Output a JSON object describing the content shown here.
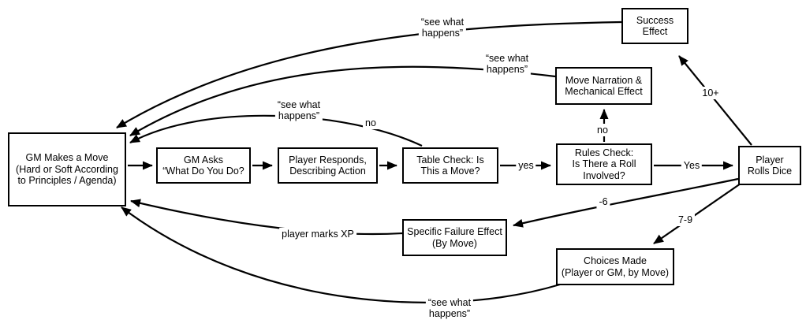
{
  "diagram": {
    "title": "GM move / player move flowchart",
    "colors": {
      "background": "#ffffff",
      "line": "#000000",
      "text": "#000000"
    },
    "boxes": {
      "gm_move": {
        "lines": [
          "GM Makes a Move",
          "(Hard or Soft According",
          "to Principles / Agenda)"
        ]
      },
      "gm_asks": {
        "lines": [
          "GM Asks",
          "“What Do You Do?"
        ]
      },
      "player_responds": {
        "lines": [
          "Player Responds,",
          "Describing Action"
        ]
      },
      "table_check": {
        "lines": [
          "Table Check: Is",
          "This a Move?"
        ]
      },
      "rules_check": {
        "lines": [
          "Rules Check:",
          "Is There a Roll",
          "Involved?"
        ]
      },
      "player_rolls": {
        "lines": [
          "Player",
          "Rolls Dice"
        ]
      },
      "success_effect": {
        "lines": [
          "Success",
          "Effect"
        ]
      },
      "move_narration": {
        "lines": [
          "Move Narration &",
          "Mechanical Effect"
        ]
      },
      "specific_failure": {
        "lines": [
          "Specific Failure Effect",
          "(By Move)"
        ]
      },
      "choices_made": {
        "lines": [
          "Choices Made",
          "(Player or GM, by Move)"
        ]
      }
    },
    "labels": {
      "swh_success": {
        "lines": [
          "“see what",
          "happens”"
        ]
      },
      "swh_narration": {
        "lines": [
          "“see what",
          "happens”"
        ]
      },
      "swh_table": {
        "lines": [
          "“see what",
          "happens”"
        ]
      },
      "swh_choices": {
        "lines": [
          "“see what",
          "happens”"
        ]
      },
      "no_table": "no",
      "no_rules": "no",
      "yes_table": "yes",
      "yes_rules": "Yes",
      "ten_plus": "10+",
      "minus_six": "-6",
      "seven_nine": "7-9",
      "marks_xp": "player marks XP"
    }
  }
}
